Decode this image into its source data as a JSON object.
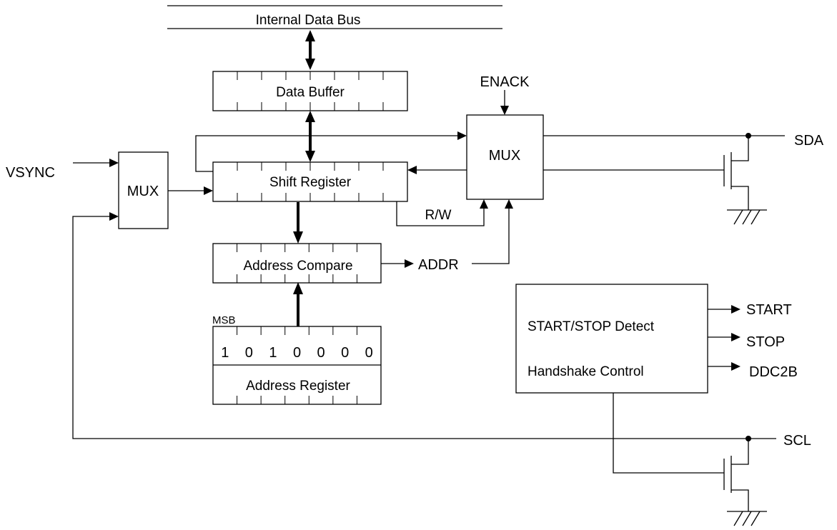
{
  "labels": {
    "internal_bus": "Internal Data Bus",
    "data_buffer": "Data Buffer",
    "shift_register": "Shift Register",
    "address_compare": "Address Compare",
    "address_register": "Address Register",
    "msb": "MSB",
    "mux_left": "MUX",
    "mux_right": "MUX",
    "vsync": "VSYNC",
    "enack": "ENACK",
    "sda": "SDA",
    "scl": "SCL",
    "rw": "R/W",
    "addr": "ADDR",
    "start_stop_detect": "START/STOP Detect",
    "handshake_control": "Handshake Control",
    "start": "START",
    "stop": "STOP",
    "ddc2b": "DDC2B"
  },
  "address_bits": [
    "1",
    "0",
    "1",
    "0",
    "0",
    "0",
    "0"
  ]
}
